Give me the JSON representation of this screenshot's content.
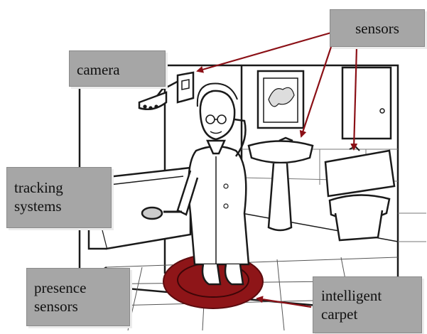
{
  "labels": {
    "camera": "camera",
    "sensors": "sensors",
    "tracking_line1": "tracking",
    "tracking_line2": "systems",
    "presence_line1": "presence",
    "presence_line2": "sensors",
    "carpet_line1": "intelligent",
    "carpet_line2": "carpet"
  },
  "colors": {
    "arrow": "#8b1016",
    "carpet": "#8e1518",
    "callout_fill": "#a6a6a6",
    "line_art": "#1a1a1a"
  }
}
